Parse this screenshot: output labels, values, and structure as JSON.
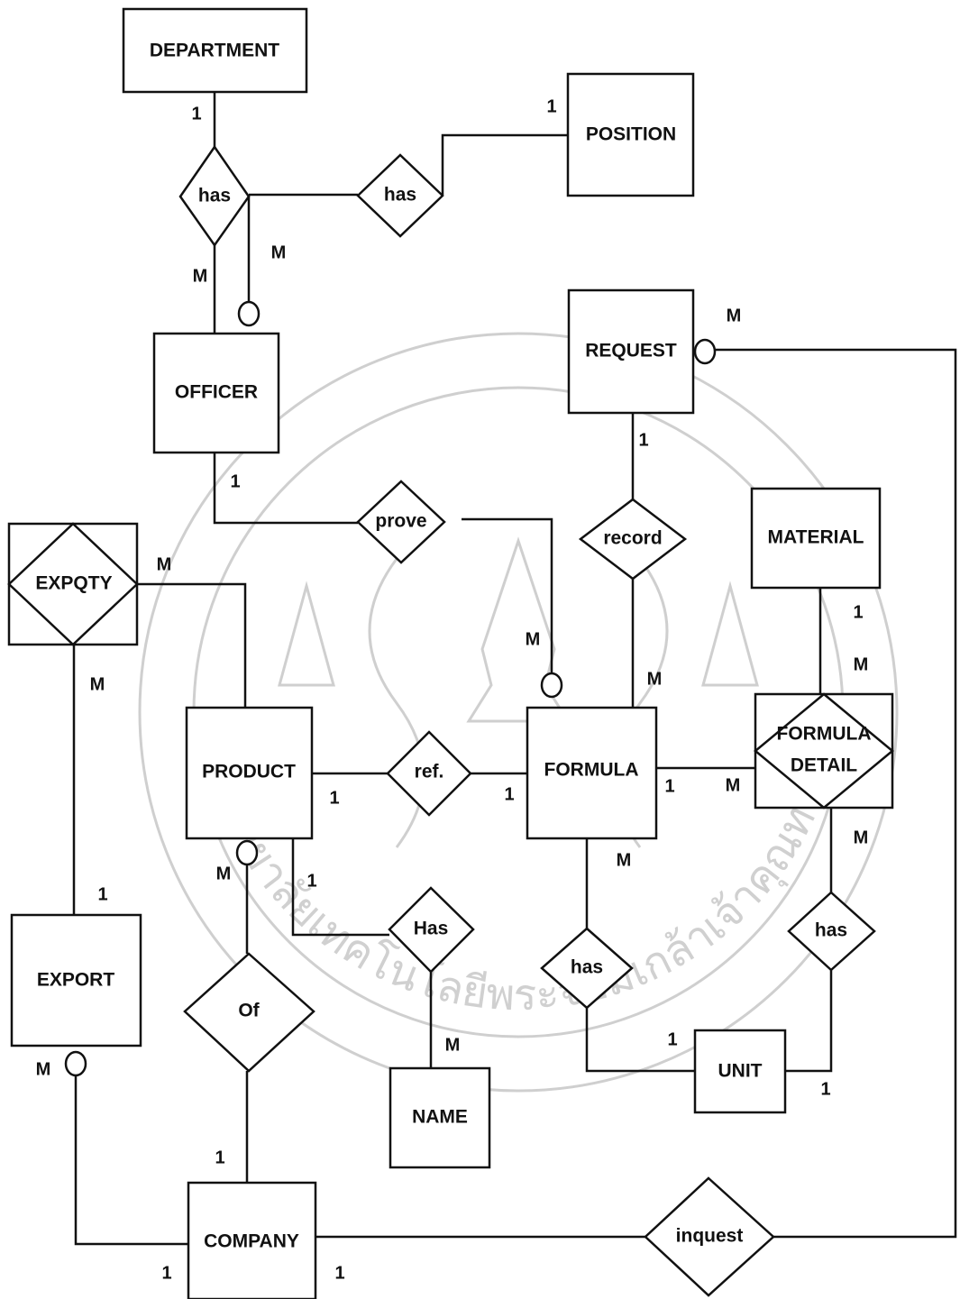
{
  "entities": {
    "department": "DEPARTMENT",
    "position": "POSITION",
    "officer": "OFFICER",
    "request": "REQUEST",
    "material": "MATERIAL",
    "expqty": "EXPQTY",
    "product": "PRODUCT",
    "formula": "FORMULA",
    "formula_detail_line1": "FORMULA",
    "formula_detail_line2": "DETAIL",
    "export": "EXPORT",
    "unit": "UNIT",
    "name": "NAME",
    "company": "COMPANY"
  },
  "relationships": {
    "has_dept": "has",
    "has_position": "has",
    "prove": "prove",
    "record": "record",
    "ref": "ref.",
    "has_name": "Has",
    "has_formula_unit": "has",
    "has_detail_unit": "has",
    "of": "Of",
    "inquest": "inquest"
  },
  "cardinalities": {
    "dept_1": "1",
    "position_1": "1",
    "officer_m": "M",
    "officer_m_opt": "M",
    "request_m": "M",
    "officer_1_prove": "1",
    "request_1_record": "1",
    "expqty_m_right": "M",
    "material_1": "1",
    "detail_m_top": "M",
    "formula_m_prove": "M",
    "formula_m_record": "M",
    "expqty_m_bottom": "M",
    "product_1_ref": "1",
    "formula_1_ref": "1",
    "formula_1_detail": "1",
    "detail_m_left": "M",
    "detail_m_bottom": "M",
    "formula_m_bottom": "M",
    "product_m_of": "M",
    "product_1_has": "1",
    "export_1": "1",
    "unit_1_left": "1",
    "name_m": "M",
    "unit_1_right": "1",
    "export_m": "M",
    "company_1_of": "1",
    "company_1_left": "1",
    "company_1_right": "1"
  },
  "watermark": {
    "text": "มหาวิทยาลัยเทคโนโลยีพระจอมเกล้าเจ้าคุณทหารลาดกระบัง"
  }
}
